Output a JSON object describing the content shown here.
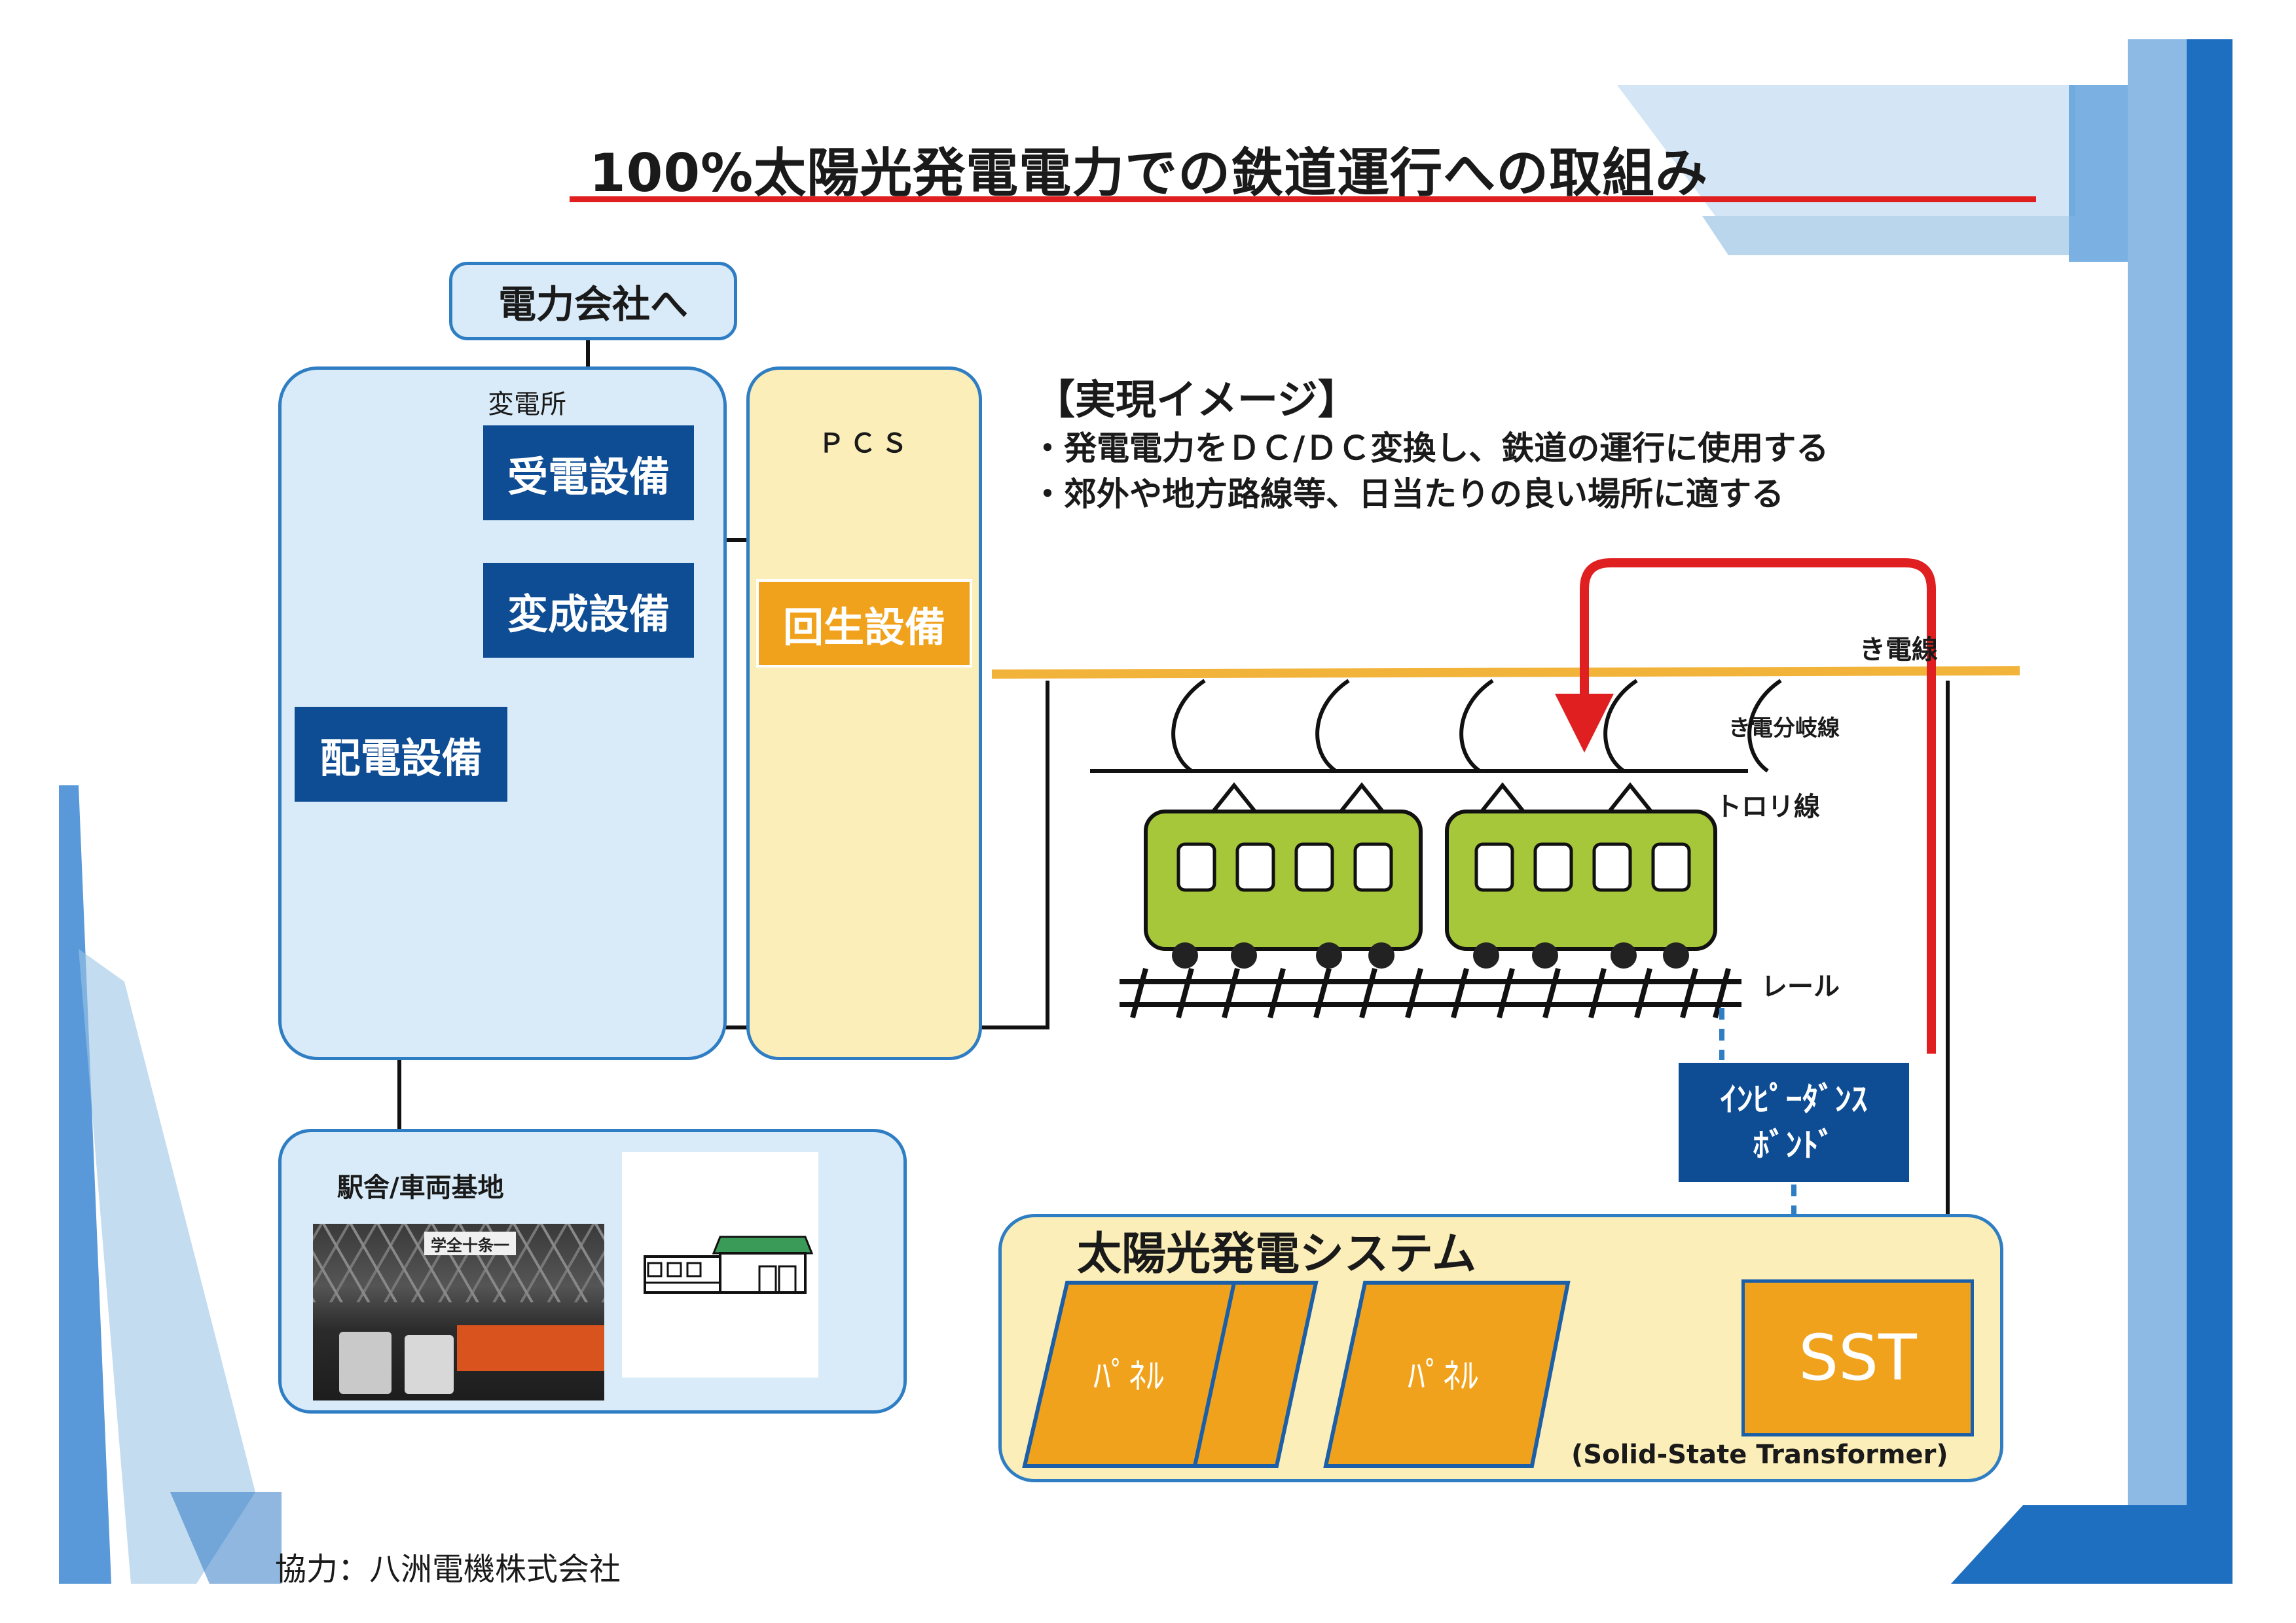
{
  "title": "100%太陽光発電電力での鉄道運行への取組み",
  "top_box": "電力会社へ",
  "substation": {
    "label": "変電所",
    "receiving": "受電設備",
    "transforming": "変成設備",
    "distribution": "配電設備"
  },
  "pcs": {
    "label": "ＰＣＳ",
    "regen": "回生設備"
  },
  "vision": {
    "heading": "【実現イメージ】",
    "bullets": [
      "・発電電力をＤＣ/ＤＣ変換し、鉄道の運行に使用する",
      "・郊外や地方路線等、日当たりの良い場所に適する"
    ]
  },
  "labels": {
    "feeder": "き電線",
    "feeder_branch": "き電分岐線",
    "trolley": "トロリ線",
    "rail": "レール",
    "impedance_bond": "ｲﾝﾋﾟｰﾀﾞﾝｽ\nﾎﾞﾝﾄﾞ"
  },
  "station": {
    "label": "駅舎/車両基地",
    "photo_sign": "学全十条一"
  },
  "solar": {
    "heading": "太陽光発電システム",
    "panel_label": "ﾊﾟﾈﾙ",
    "sst": "SST",
    "sst_full": "(Solid-State Transformer)"
  },
  "credit": "協力：八洲電機株式会社",
  "colors": {
    "accent_red": "#e02020",
    "navy": "#0e4c94",
    "orange": "#f0a21c",
    "feeder_line": "#f2b33a",
    "train_body": "#a7c73a",
    "frame_blue": "#1f6fc0"
  }
}
